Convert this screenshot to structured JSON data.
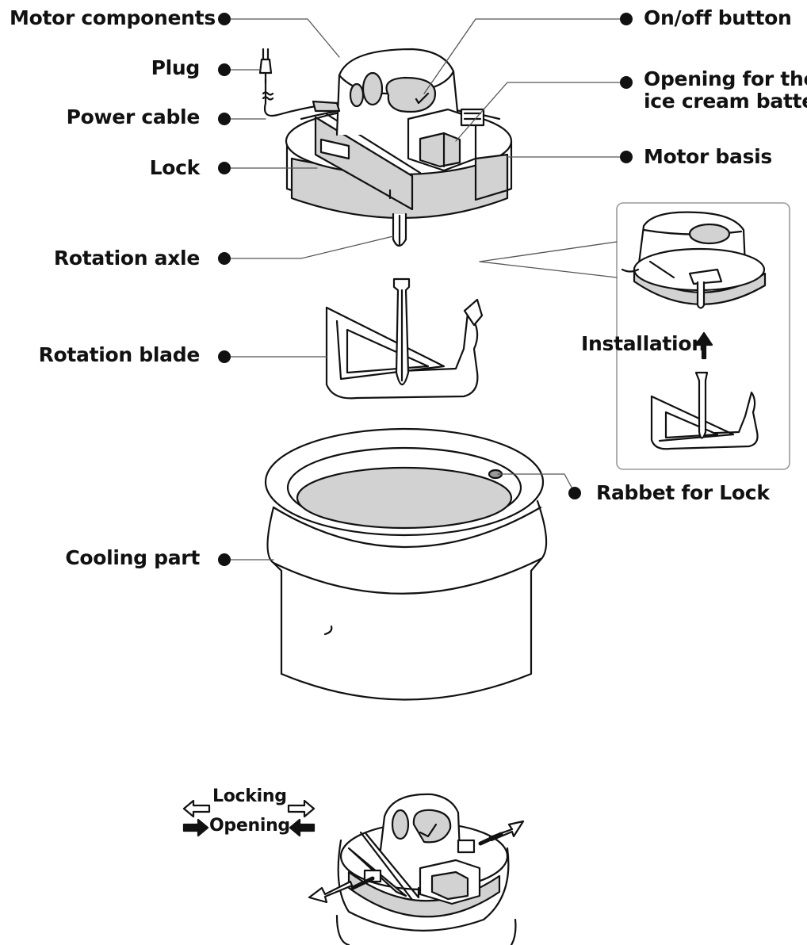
{
  "labels": {
    "motor_components": "Motor components",
    "plug": "Plug",
    "power_cable": "Power cable",
    "lock": "Lock",
    "rotation_axle": "Rotation axle",
    "rotation_blade": "Rotation blade",
    "cooling_part": "Cooling part",
    "on_off_button": "On/off button",
    "opening_line1": "Opening for the",
    "opening_line2": "ice cream batter",
    "motor_basis": "Motor basis",
    "installation": "Installation",
    "rabbet_for_lock": "Rabbet for Lock",
    "locking": "Locking",
    "opening": "Opening"
  },
  "colors": {
    "outline": "#111111",
    "shade": "#cfcfcf",
    "shade_dark": "#9a9a9a",
    "arrow_black": "#111111"
  }
}
